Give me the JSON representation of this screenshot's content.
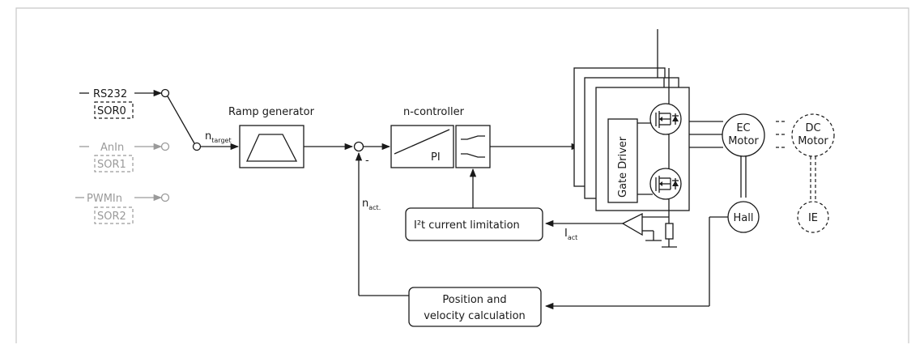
{
  "inputs": [
    {
      "label": "RS232",
      "sor": "SOR0",
      "active": true
    },
    {
      "label": "AnIn",
      "sor": "SOR1",
      "active": false
    },
    {
      "label": "PWMIn",
      "sor": "SOR2",
      "active": false
    }
  ],
  "blocks": {
    "ramp_generator": "Ramp generator",
    "n_controller": "n-controller",
    "pi": "PI",
    "gate_driver": "Gate Driver",
    "current_limitation": "I²t current limitation",
    "position_calc_line1": "Position and",
    "position_calc_line2": "velocity calculation",
    "hall": "Hall",
    "ie": "IE"
  },
  "motors": {
    "ec_line1": "EC",
    "ec_line2": "Motor",
    "dc_line1": "DC",
    "dc_line2": "Motor"
  },
  "signals": {
    "n": "n",
    "target_sub": "target",
    "act_sub": "act.",
    "i": "I",
    "i_act_sub": "act",
    "minus": "-"
  },
  "colors": {
    "line": "#1a1a1a",
    "inactive": "#9a9a9a",
    "frame": "#c8c8c8"
  }
}
